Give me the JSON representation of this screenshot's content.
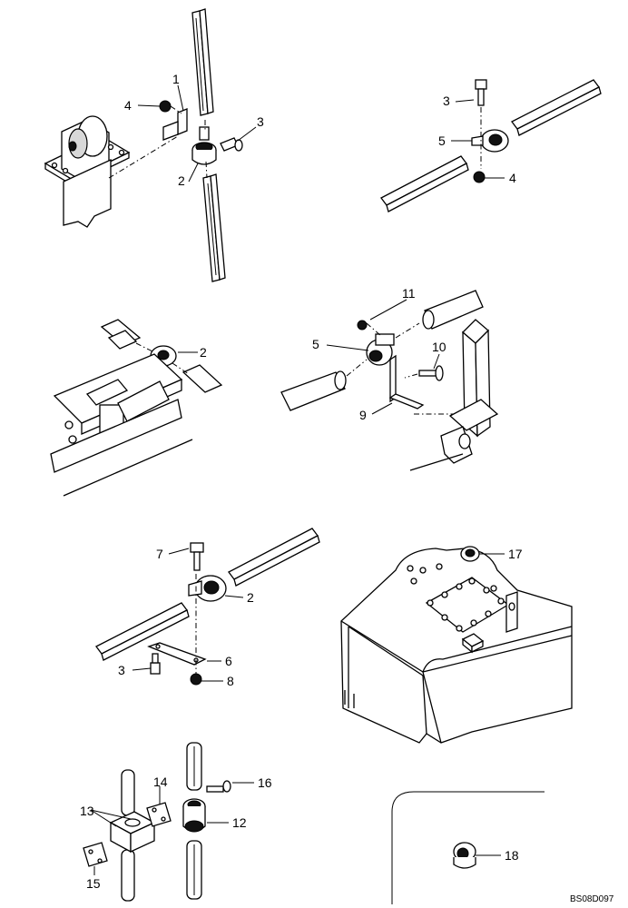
{
  "diagram": {
    "drawing_code": "BS08D097",
    "callouts": [
      "1",
      "2",
      "3",
      "4",
      "5",
      "6",
      "7",
      "8",
      "9",
      "10",
      "11",
      "12",
      "13",
      "14",
      "15",
      "16",
      "17",
      "18"
    ],
    "labels": {
      "a1": "1",
      "a2": "2",
      "a3": "3",
      "a4": "4",
      "b3": "3",
      "b4": "4",
      "b5": "5",
      "c2": "2",
      "d5": "5",
      "d9": "9",
      "d10": "10",
      "d11": "11",
      "e2": "2",
      "e3": "3",
      "e6": "6",
      "e7": "7",
      "e8": "8",
      "f17": "17",
      "g12": "12",
      "g13": "13",
      "g14": "14",
      "g15": "15",
      "g16": "16",
      "h18": "18"
    }
  }
}
